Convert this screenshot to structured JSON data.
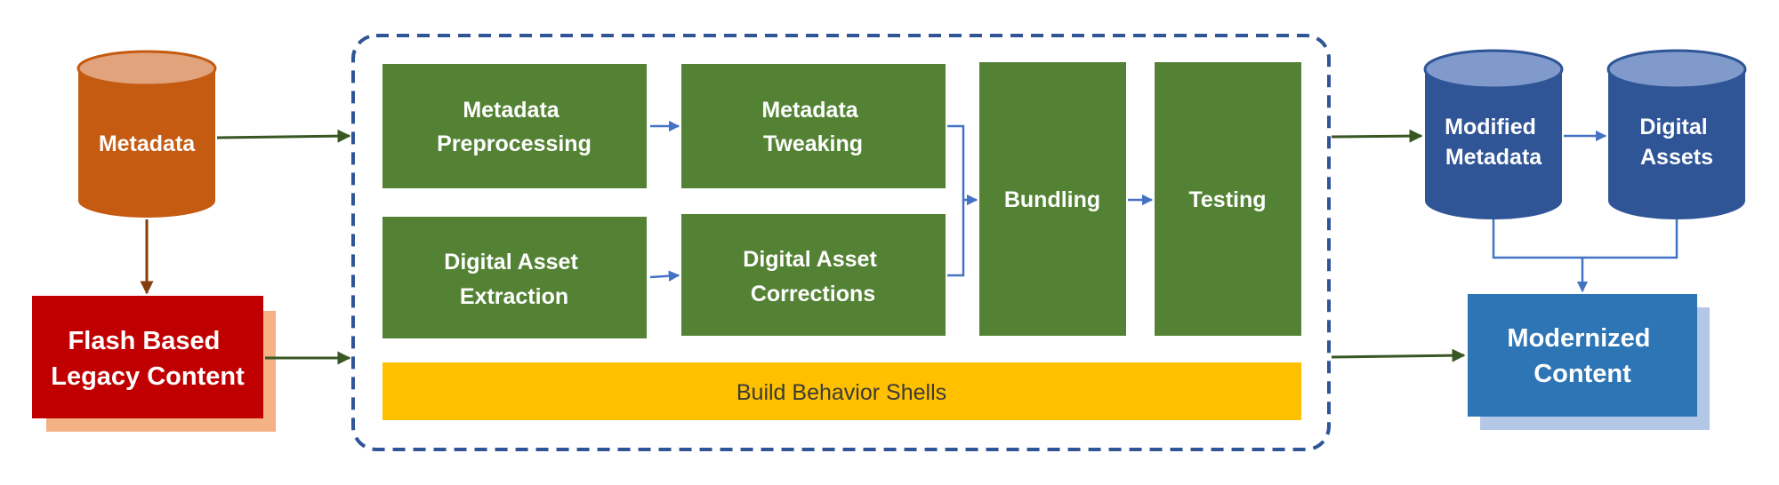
{
  "colors": {
    "process_green": "#548235",
    "metadata_orange": "#c55a11",
    "metadata_orange_top": "#e0a37c",
    "legacy_red": "#c00000",
    "legacy_shadow": "#f4b183",
    "shells_yellow": "#ffc000",
    "db_blue": "#2f5597",
    "db_blue_top": "#7f9acb",
    "modern_blue": "#2e75b6",
    "modern_shadow": "#b4c7e7",
    "frame_border": "#2f5597",
    "arrow_green": "#385723",
    "arrow_brown": "#843c0c",
    "arrow_blue": "#4472c4"
  },
  "inputs": {
    "metadata": {
      "line1": "Metadata"
    },
    "legacy": {
      "line1": "Flash Based",
      "line2": "Legacy Content"
    }
  },
  "pipeline": {
    "metadata_preprocessing": {
      "line1": "Metadata",
      "line2": "Preprocessing"
    },
    "metadata_tweaking": {
      "line1": "Metadata",
      "line2": "Tweaking"
    },
    "asset_extraction": {
      "line1": "Digital Asset",
      "line2": "Extraction"
    },
    "asset_corrections": {
      "line1": "Digital Asset",
      "line2": "Corrections"
    },
    "bundling": {
      "line1": "Bundling"
    },
    "testing": {
      "line1": "Testing"
    },
    "behavior_shells": {
      "line1": "Build Behavior Shells"
    }
  },
  "outputs": {
    "modified_metadata": {
      "line1": "Modified",
      "line2": "Metadata"
    },
    "digital_assets": {
      "line1": "Digital",
      "line2": "Assets"
    },
    "modernized": {
      "line1": "Modernized",
      "line2": "Content"
    }
  }
}
